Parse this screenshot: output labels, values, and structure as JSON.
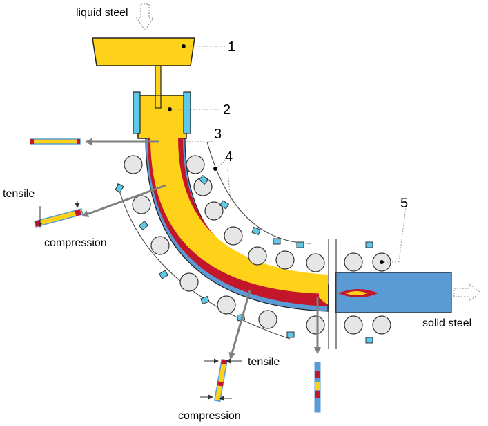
{
  "labels": {
    "input": "liquid steel",
    "output": "solid steel",
    "tensile_left": "tensile",
    "compression_left": "compression",
    "tensile_bottom": "tensile",
    "compression_bottom": "compression"
  },
  "callouts": [
    "1",
    "2",
    "3",
    "4",
    "5"
  ],
  "colors": {
    "liquid": "#ffd21a",
    "liquid_dark": "#e0a800",
    "shell_hot": "#c3162b",
    "solid": "#5b9bd5",
    "outline": "#222222",
    "roll_fill": "#e6e6e6",
    "arrow": "#7f7f7f",
    "nozzle": "#5ec8e8"
  },
  "icons": [
    "down-arrow-icon",
    "right-arrow-icon",
    "spray-nozzle-icon",
    "roll-icon"
  ]
}
